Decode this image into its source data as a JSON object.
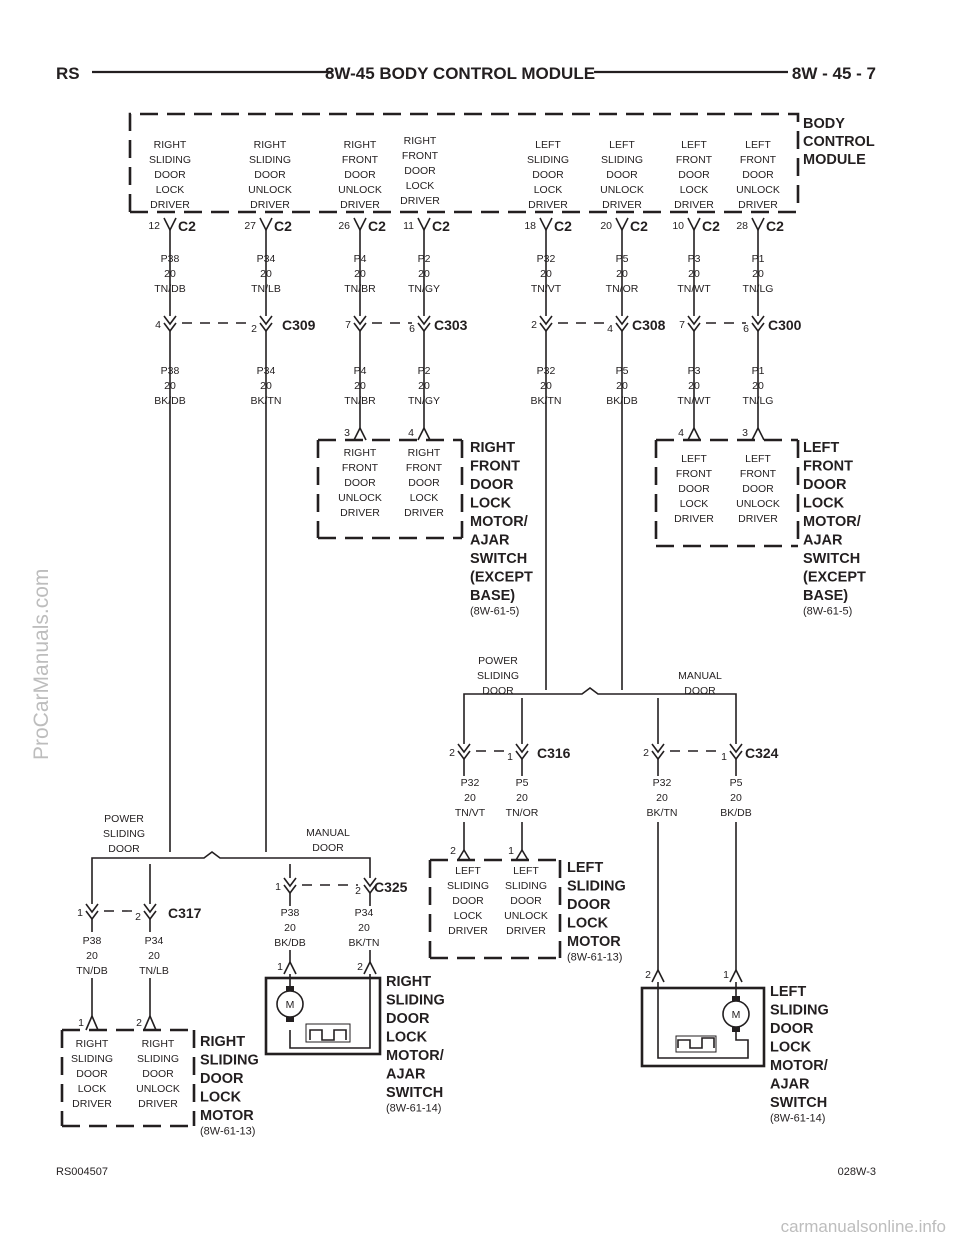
{
  "header": {
    "left": "RS",
    "center": "8W-45 BODY CONTROL MODULE",
    "right": "8W - 45 - 7"
  },
  "bcm": {
    "title": [
      "BODY",
      "CONTROL",
      "MODULE"
    ],
    "drivers": [
      [
        "RIGHT",
        "SLIDING",
        "DOOR",
        "LOCK",
        "DRIVER"
      ],
      [
        "RIGHT",
        "SLIDING",
        "DOOR",
        "UNLOCK",
        "DRIVER"
      ],
      [
        "RIGHT",
        "FRONT",
        "DOOR",
        "UNLOCK",
        "DRIVER"
      ],
      [
        "RIGHT",
        "FRONT",
        "DOOR",
        "LOCK",
        "DRIVER"
      ],
      [
        "LEFT",
        "SLIDING",
        "DOOR",
        "LOCK",
        "DRIVER"
      ],
      [
        "LEFT",
        "SLIDING",
        "DOOR",
        "UNLOCK",
        "DRIVER"
      ],
      [
        "LEFT",
        "FRONT",
        "DOOR",
        "LOCK",
        "DRIVER"
      ],
      [
        "LEFT",
        "FRONT",
        "DOOR",
        "UNLOCK",
        "DRIVER"
      ]
    ],
    "pins": [
      "12",
      "27",
      "26",
      "11",
      "18",
      "20",
      "10",
      "28"
    ],
    "connector": "C2"
  },
  "wires_top": [
    [
      "P38",
      "20",
      "TN/DB"
    ],
    [
      "P34",
      "20",
      "TN/LB"
    ],
    [
      "P4",
      "20",
      "TN/BR"
    ],
    [
      "P2",
      "20",
      "TN/GY"
    ],
    [
      "P32",
      "20",
      "TN/VT"
    ],
    [
      "P5",
      "20",
      "TN/OR"
    ],
    [
      "P3",
      "20",
      "TN/WT"
    ],
    [
      "P1",
      "20",
      "TN/LG"
    ]
  ],
  "inline_connectors": {
    "c309": {
      "name": "C309",
      "pins": [
        "4",
        "2"
      ]
    },
    "c303": {
      "name": "C303",
      "pins": [
        "7",
        "6"
      ]
    },
    "c308": {
      "name": "C308",
      "pins": [
        "2",
        "4"
      ]
    },
    "c300": {
      "name": "C300",
      "pins": [
        "7",
        "6"
      ]
    }
  },
  "wires_mid": [
    [
      "P38",
      "20",
      "BK/DB"
    ],
    [
      "P34",
      "20",
      "BK/TN"
    ],
    [
      "P4",
      "20",
      "TN/BR"
    ],
    [
      "P2",
      "20",
      "TN/GY"
    ],
    [
      "P32",
      "20",
      "BK/TN"
    ],
    [
      "P5",
      "20",
      "BK/DB"
    ],
    [
      "P3",
      "20",
      "TN/WT"
    ],
    [
      "P1",
      "20",
      "TN/LG"
    ]
  ],
  "right_front_motor": {
    "pins": [
      "3",
      "4"
    ],
    "drivers": [
      [
        "RIGHT",
        "FRONT",
        "DOOR",
        "UNLOCK",
        "DRIVER"
      ],
      [
        "RIGHT",
        "FRONT",
        "DOOR",
        "LOCK",
        "DRIVER"
      ]
    ],
    "title": [
      "RIGHT",
      "FRONT",
      "DOOR",
      "LOCK",
      "MOTOR/",
      "AJAR",
      "SWITCH",
      "(EXCEPT",
      "BASE)"
    ],
    "ref": "(8W-61-5)"
  },
  "left_front_motor": {
    "pins": [
      "4",
      "3"
    ],
    "drivers": [
      [
        "LEFT",
        "FRONT",
        "DOOR",
        "LOCK",
        "DRIVER"
      ],
      [
        "LEFT",
        "FRONT",
        "DOOR",
        "UNLOCK",
        "DRIVER"
      ]
    ],
    "title": [
      "LEFT",
      "FRONT",
      "DOOR",
      "LOCK",
      "MOTOR/",
      "AJAR",
      "SWITCH",
      "(EXCEPT",
      "BASE)"
    ],
    "ref": "(8W-61-5)"
  },
  "left_split": {
    "power": [
      "POWER",
      "SLIDING",
      "DOOR"
    ],
    "manual": [
      "MANUAL",
      "DOOR"
    ]
  },
  "c316": {
    "name": "C316",
    "pins": [
      "2",
      "1"
    ]
  },
  "c324": {
    "name": "C324",
    "pins": [
      "2",
      "1"
    ]
  },
  "wires_c316": [
    [
      "P32",
      "20",
      "TN/VT"
    ],
    [
      "P5",
      "20",
      "TN/OR"
    ]
  ],
  "wires_c324": [
    [
      "P32",
      "20",
      "BK/TN"
    ],
    [
      "P5",
      "20",
      "BK/DB"
    ]
  ],
  "left_sliding_motor": {
    "pins": [
      "2",
      "1"
    ],
    "drivers": [
      [
        "LEFT",
        "SLIDING",
        "DOOR",
        "LOCK",
        "DRIVER"
      ],
      [
        "LEFT",
        "SLIDING",
        "DOOR",
        "UNLOCK",
        "DRIVER"
      ]
    ],
    "title": [
      "LEFT",
      "SLIDING",
      "DOOR",
      "LOCK",
      "MOTOR"
    ],
    "ref": "(8W-61-13)"
  },
  "left_sliding_ajar": {
    "pins": [
      "2",
      "1"
    ],
    "motor": "M",
    "title": [
      "LEFT",
      "SLIDING",
      "DOOR",
      "LOCK",
      "MOTOR/",
      "AJAR",
      "SWITCH"
    ],
    "ref": "(8W-61-14)"
  },
  "right_split": {
    "power": [
      "POWER",
      "SLIDING",
      "DOOR"
    ],
    "manual": [
      "MANUAL",
      "DOOR"
    ]
  },
  "c317": {
    "name": "C317",
    "pins": [
      "1",
      "2"
    ]
  },
  "c325": {
    "name": "C325",
    "pins": [
      "1",
      "2"
    ]
  },
  "wires_c317": [
    [
      "P38",
      "20",
      "TN/DB"
    ],
    [
      "P34",
      "20",
      "TN/LB"
    ]
  ],
  "wires_c325": [
    [
      "P38",
      "20",
      "BK/DB"
    ],
    [
      "P34",
      "20",
      "BK/TN"
    ]
  ],
  "right_sliding_motor": {
    "pins": [
      "1",
      "2"
    ],
    "drivers": [
      [
        "RIGHT",
        "SLIDING",
        "DOOR",
        "LOCK",
        "DRIVER"
      ],
      [
        "RIGHT",
        "SLIDING",
        "DOOR",
        "UNLOCK",
        "DRIVER"
      ]
    ],
    "title": [
      "RIGHT",
      "SLIDING",
      "DOOR",
      "LOCK",
      "MOTOR"
    ],
    "ref": "(8W-61-13)"
  },
  "right_sliding_ajar": {
    "pins": [
      "1",
      "2"
    ],
    "motor": "M",
    "title": [
      "RIGHT",
      "SLIDING",
      "DOOR",
      "LOCK",
      "MOTOR/",
      "AJAR",
      "SWITCH"
    ],
    "ref": "(8W-61-14)"
  },
  "footer": {
    "left": "RS004507",
    "right": "028W-3"
  },
  "watermarks": {
    "side": "ProCarManuals.com",
    "bottom": "carmanualsonline.info"
  }
}
